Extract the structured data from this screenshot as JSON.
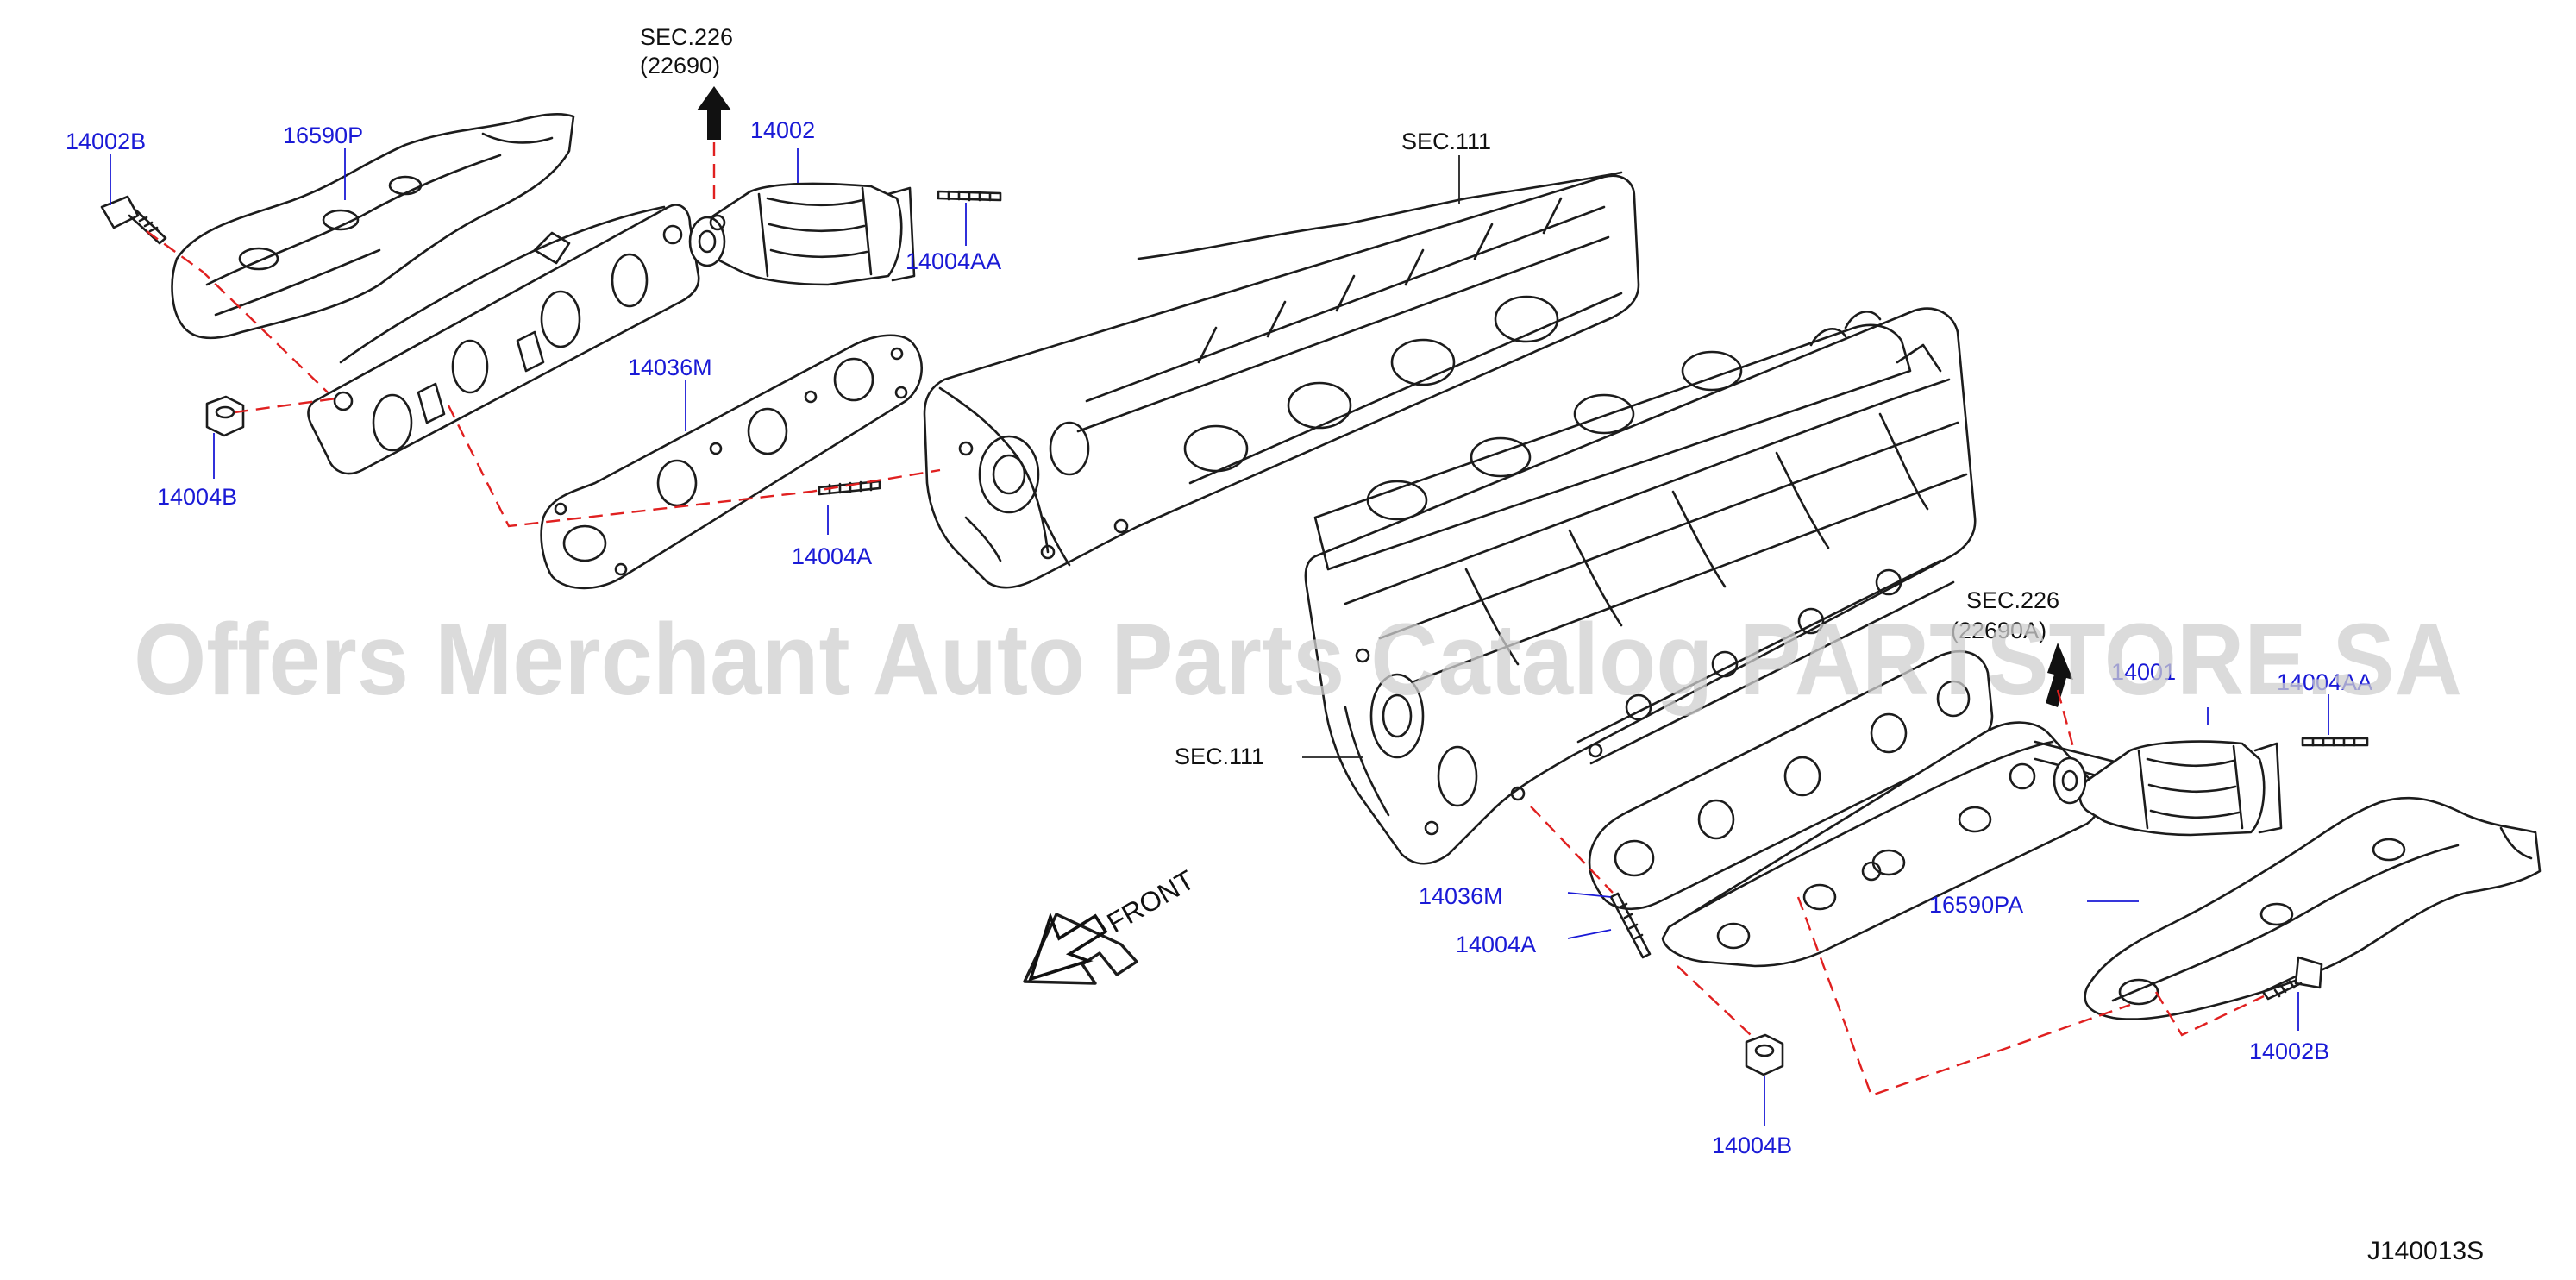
{
  "callouts": {
    "c_14002B_left": "14002B",
    "c_16590P": "16590P",
    "c_14002": "14002",
    "c_14004AA": "14004AA",
    "c_14036M_left": "14036M",
    "c_14004B_left": "14004B",
    "c_14004A_left": "14004A",
    "c_14001": "14001",
    "c_14004AA_right": "14004AA",
    "c_14036M_right": "14036M",
    "c_14004A_right": "14004A",
    "c_16590PA": "16590PA",
    "c_14002B_right": "14002B",
    "c_14004B_right": "14004B"
  },
  "sections": {
    "sec226_top": "SEC.226",
    "sec226_top_code": "(22690)",
    "sec111_top": "SEC.111",
    "sec111_mid": "SEC.111",
    "sec226_right": "SEC.226",
    "sec226_right_code": "(22690A)"
  },
  "front_label": "FRONT",
  "ref_code": "J140013S",
  "watermark": "Offers Merchant Auto Parts Catalog PARTSTORE.SA",
  "colors": {
    "callout": "#1a1ad6",
    "leader_dash": "#e02020",
    "line": "#1c1c1c",
    "watermark": "#cfcfcf"
  }
}
